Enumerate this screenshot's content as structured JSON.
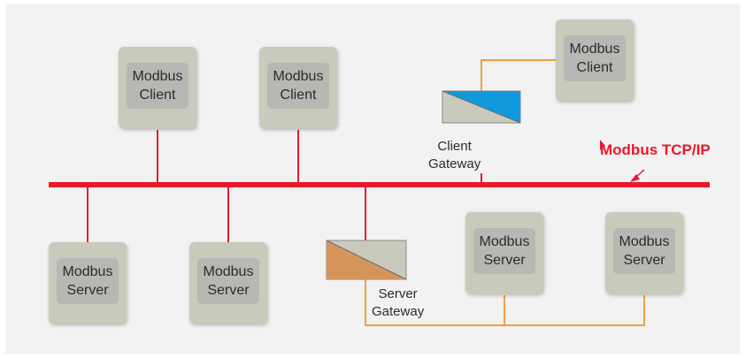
{
  "network": {
    "protocol_label": "Modbus TCP/IP"
  },
  "nodes": {
    "client_1": {
      "line1": "Modbus",
      "line2": "Client"
    },
    "client_2": {
      "line1": "Modbus",
      "line2": "Client"
    },
    "client_3": {
      "line1": "Modbus",
      "line2": "Client"
    },
    "server_1": {
      "line1": "Modbus",
      "line2": "Server"
    },
    "server_2": {
      "line1": "Modbus",
      "line2": "Server"
    },
    "server_3": {
      "line1": "Modbus",
      "line2": "Server"
    },
    "server_4": {
      "line1": "Modbus",
      "line2": "Server"
    }
  },
  "gateways": {
    "client_gateway": {
      "line1": "Client",
      "line2": "Gateway",
      "color": "#1199dd"
    },
    "server_gateway": {
      "line1": "Server",
      "line2": "Gateway",
      "color": "#d4955a"
    }
  },
  "colors": {
    "bus": "#e8192c",
    "gateway_wire": "#f0a040",
    "node_body": "#c9c9bc",
    "node_label": "#b7b7b4",
    "background": "#f2f2f2"
  }
}
